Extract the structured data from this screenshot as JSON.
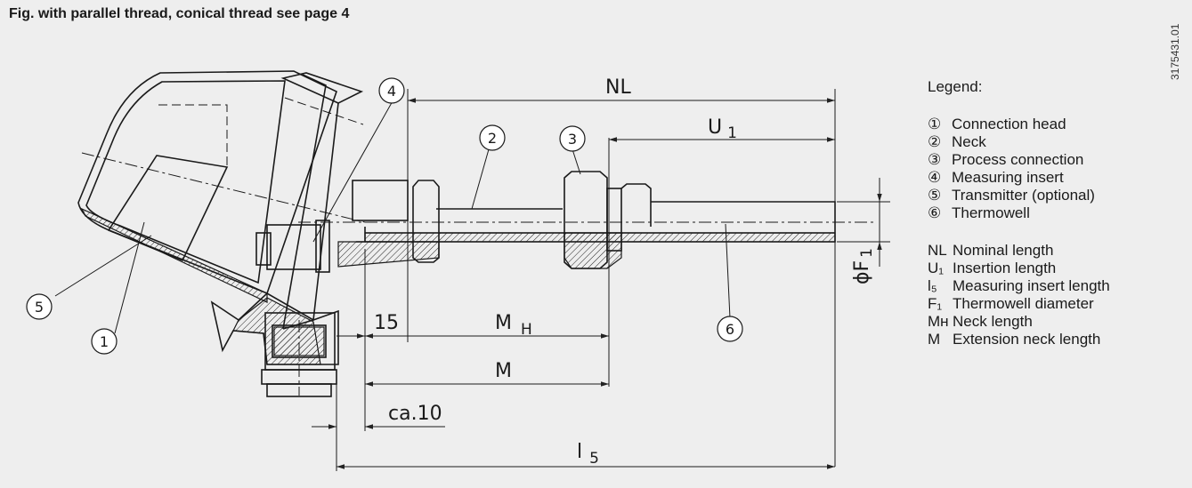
{
  "caption": "Fig. with parallel thread, conical thread see page 4",
  "doc_number": "3175431.01",
  "callouts": [
    "1",
    "2",
    "3",
    "4",
    "5",
    "6"
  ],
  "dimensions": {
    "nl": "NL",
    "u1": "U",
    "u1_sub": "1",
    "f1": "ϕF",
    "f1_sub": "1",
    "fifteen": "15",
    "mh": "M",
    "mh_sub": "H",
    "m": "M",
    "ca10": "ca.10",
    "l5": "l",
    "l5_sub": "5"
  },
  "legend": {
    "title": "Legend:",
    "items": [
      {
        "num": "①",
        "label": "Connection head"
      },
      {
        "num": "②",
        "label": "Neck"
      },
      {
        "num": "③",
        "label": "Process connection"
      },
      {
        "num": "④",
        "label": "Measuring insert"
      },
      {
        "num": "⑤",
        "label": "Transmitter (optional)"
      },
      {
        "num": "⑥",
        "label": "Thermowell"
      }
    ],
    "abbreviations": [
      {
        "abbr": "NL",
        "label": "Nominal length"
      },
      {
        "abbr": "U₁",
        "label": "Insertion length"
      },
      {
        "abbr": "l₅",
        "label": "Measuring insert length"
      },
      {
        "abbr": "F₁",
        "label": "Thermowell diameter"
      },
      {
        "abbr": "Mʜ",
        "label": "Neck length"
      },
      {
        "abbr": "M",
        "label": "Extension neck length"
      }
    ]
  }
}
